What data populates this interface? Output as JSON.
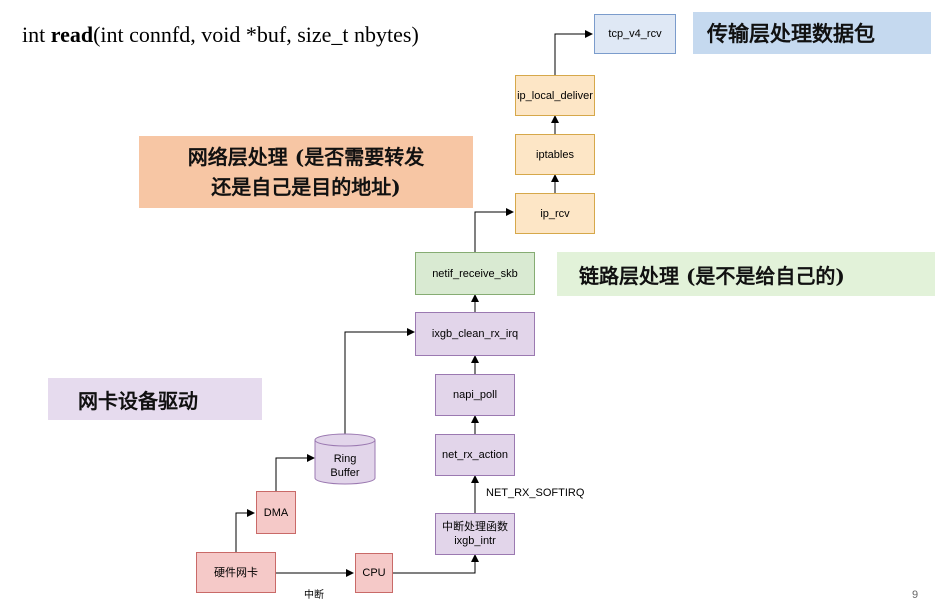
{
  "title": {
    "prefix": "int ",
    "func": "read",
    "args": "(int connfd, void *buf, size_t nbytes)"
  },
  "labels": {
    "transport": "传输层处理数据包",
    "network_line1": "网络层处理 (是否需要转发",
    "network_line2": "还是自己是目的地址)",
    "link": "链路层处理 (是不是给自己的)",
    "driver": "网卡设备驱动"
  },
  "nodes": {
    "tcp_v4_rcv": "tcp_v4_rcv",
    "ip_local_deliver": "ip_local_deliver",
    "iptables": "iptables",
    "ip_rcv": "ip_rcv",
    "netif_receive_skb": "netif_receive_skb",
    "ixgb_clean_rx_irq": "ixgb_clean_rx_irq",
    "napi_poll": "napi_poll",
    "net_rx_action": "net_rx_action",
    "irq_handler_line1": "中断处理函数",
    "irq_handler_line2": "ixgb_intr",
    "ring_buffer_line1": "Ring",
    "ring_buffer_line2": "Buffer",
    "dma": "DMA",
    "nic": "硬件网卡",
    "cpu": "CPU"
  },
  "edge_labels": {
    "softirq": "NET_RX_SOFTIRQ",
    "interrupt": "中断"
  },
  "page_number": "9",
  "colors": {
    "transport_bg": "#c5d9ef",
    "network_bg": "#f7c6a4",
    "link_bg": "#e2f2d9",
    "driver_bg": "#e6dbee"
  }
}
